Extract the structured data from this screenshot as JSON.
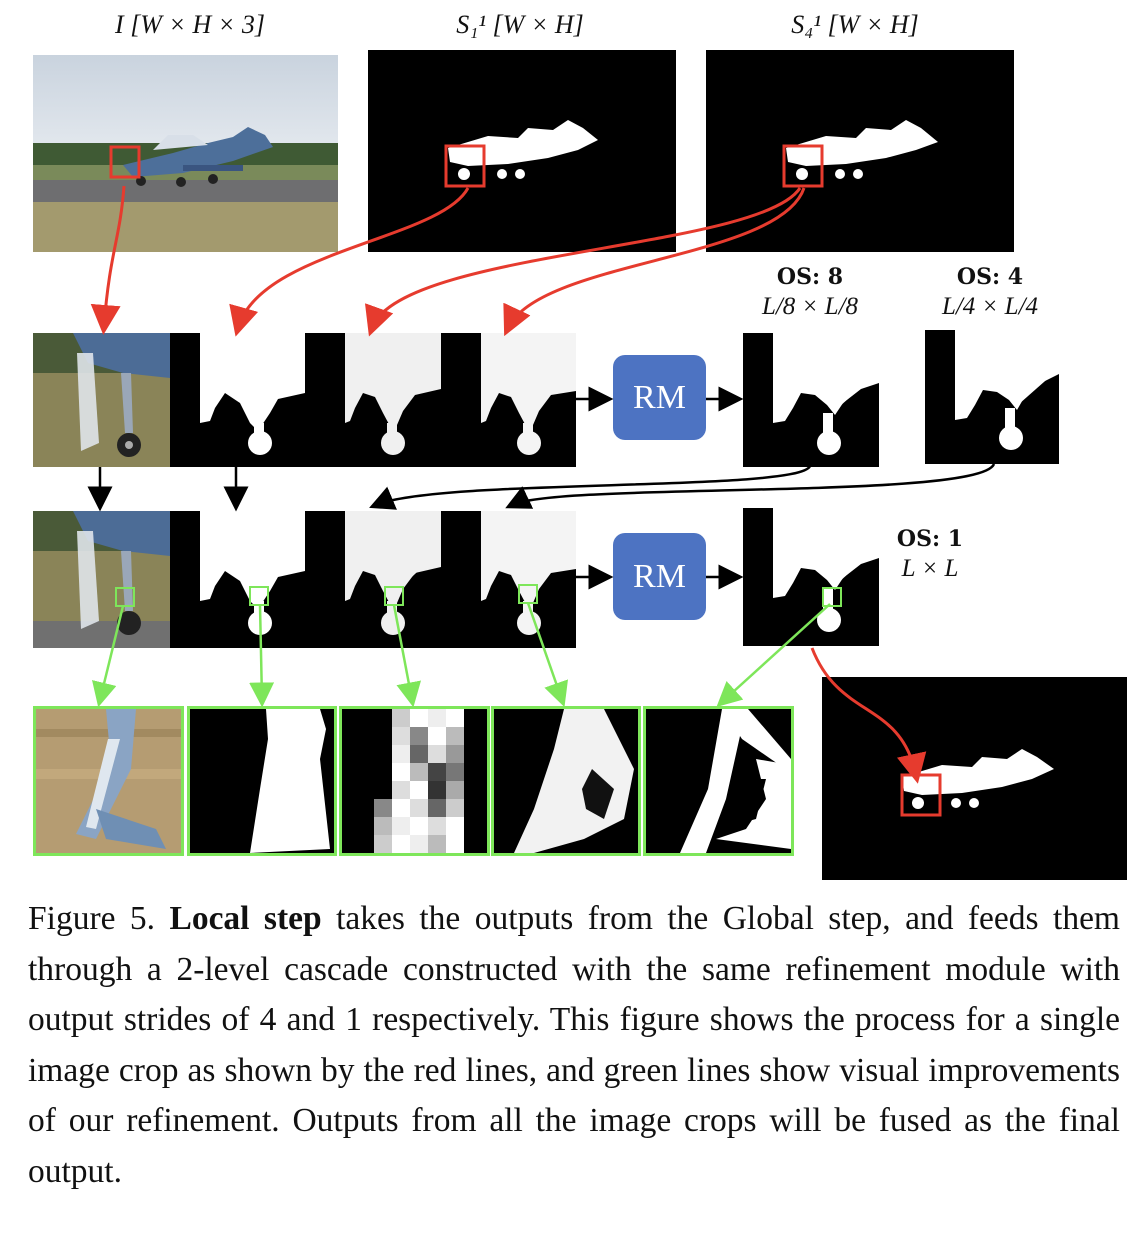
{
  "labels": {
    "input": "I [W × H × 3]",
    "s1": "S₁¹ [W × H]",
    "s4": "S₄¹ [W × H]",
    "os8_title": "OS: 8",
    "os8_dim": "L/8 × L/8",
    "os4_title": "OS: 4",
    "os4_dim": "L/4 × L/4",
    "os1_title": "OS: 1",
    "os1_dim": "L × L"
  },
  "rm_blocks": {
    "top": "RM",
    "bottom": "RM"
  },
  "colors": {
    "rm": "#4d73c2",
    "red_arrow": "#e63b2e",
    "green_arrow": "#7ee65a",
    "black_arrow": "#000000"
  },
  "caption": {
    "figure_label": "Figure 5.",
    "bold_term": "Local step",
    "text": "takes the outputs from the Global step, and feeds them through a 2-level cascade constructed with the same refinement module with output strides of 4 and 1 respectively. This figure shows the process for a single image crop as shown by the red lines, and green lines show visual improvements of our refinement. Outputs from all the image crops will be fused as the final output."
  }
}
